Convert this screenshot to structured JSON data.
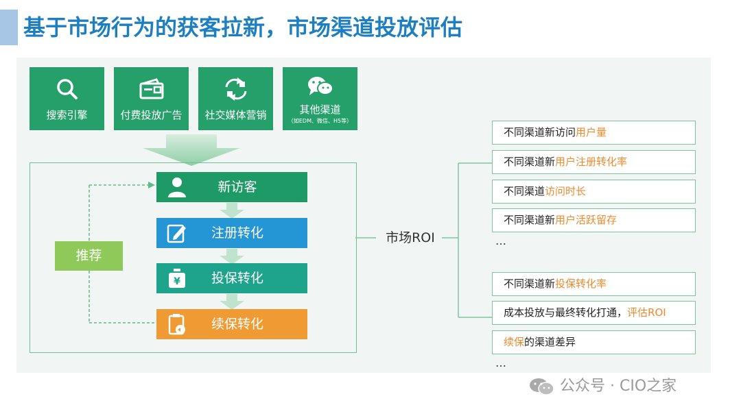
{
  "title": "基于市场行为的获客拉新，市场渠道投放评估",
  "channels": [
    {
      "label": "搜索引擎",
      "icon": "search-icon"
    },
    {
      "label": "付费投放广告",
      "icon": "wallet-icon"
    },
    {
      "label": "社交媒体营销",
      "icon": "share-icon"
    },
    {
      "label": "其他渠道",
      "sub": "（如EDM、微信、H5等）",
      "icon": "chat-bubbles-icon"
    }
  ],
  "funnel_steps": [
    {
      "label": "新访客",
      "icon": "user-icon",
      "color": "#1e9a67"
    },
    {
      "label": "注册转化",
      "icon": "edit-icon",
      "color": "#2496d6"
    },
    {
      "label": "投保转化",
      "icon": "money-bag-icon",
      "color": "#1ea38c"
    },
    {
      "label": "续保转化",
      "icon": "renewal-icon",
      "color": "#f09a33"
    }
  ],
  "recommend": "推荐",
  "market_roi": "市场ROI",
  "metrics": [
    {
      "plain": "不同渠道新访问",
      "highlight": "用户量"
    },
    {
      "plain": "不同渠道新",
      "highlight": "用户注册转化率"
    },
    {
      "plain": "不同渠道",
      "highlight": "访问时长"
    },
    {
      "plain": "不同渠道新",
      "highlight": "用户活跃留存"
    },
    {
      "plain": "不同渠道新",
      "highlight": "投保转化率"
    },
    {
      "plain": "成本投放与最终转化打通，",
      "highlight": "评估ROI"
    },
    {
      "highlight": "续保",
      "plain": "的渠道差异"
    }
  ],
  "ellipsis_1": "…",
  "ellipsis_2": "…",
  "watermark": "公众号 · CIO之家",
  "colors": {
    "title": "#1d7fc0",
    "tile": "#26a06a",
    "highlight": "#f0892c",
    "recommend": "#8ec95a",
    "border": "#7ac59c"
  }
}
